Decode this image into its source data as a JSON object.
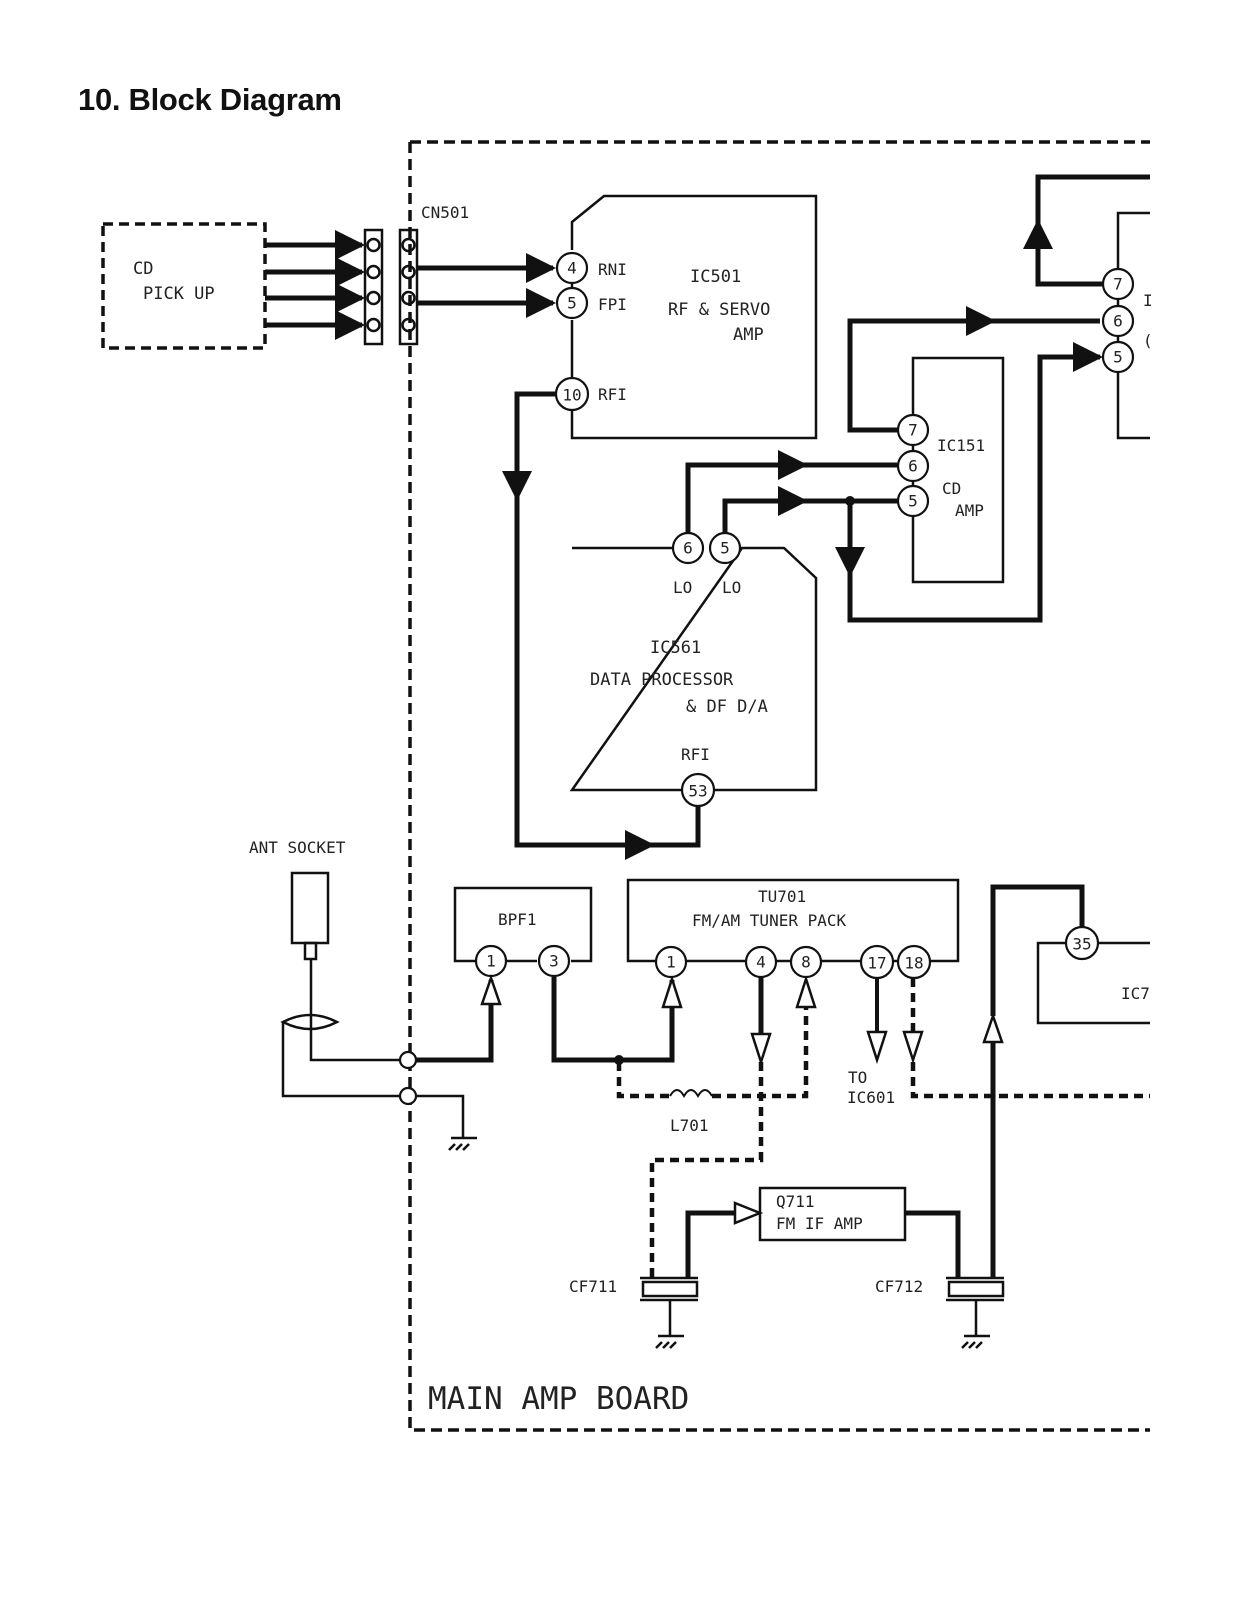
{
  "page": {
    "title": "10. Block Diagram"
  },
  "board": {
    "label": "MAIN AMP BOARD"
  },
  "pickup": {
    "line1": "CD",
    "line2": "PICK UP"
  },
  "connector": {
    "label": "CN501"
  },
  "ic501": {
    "name": "IC501",
    "func1": "RF & SERVO",
    "func2": "AMP",
    "pins": [
      {
        "num": "4",
        "label": "RNI"
      },
      {
        "num": "5",
        "label": "FPI"
      },
      {
        "num": "10",
        "label": "RFI"
      }
    ]
  },
  "ic151": {
    "name": "IC151",
    "func1": "CD",
    "func2": "AMP",
    "pins": [
      {
        "num": "7"
      },
      {
        "num": "6"
      },
      {
        "num": "5"
      }
    ]
  },
  "ic561": {
    "name": "IC561",
    "func1": "DATA PROCESSOR",
    "func2": "& DF D/A",
    "pin_top_6": "6",
    "pin_top_5": "5",
    "lo_6": "LO",
    "lo_5": "LO",
    "rfi_label": "RFI",
    "rfi_pin": "53"
  },
  "right_ic": {
    "pins": [
      "7",
      "6",
      "5"
    ],
    "partial_a": "I",
    "partial_b": "("
  },
  "antenna": {
    "label": "ANT SOCKET"
  },
  "bpf1": {
    "name": "BPF1",
    "pin_in": "1",
    "pin_out": "3"
  },
  "tu701": {
    "name": "TU701",
    "func": "FM/AM TUNER PACK",
    "pins": [
      "1",
      "4",
      "8",
      "17",
      "18"
    ]
  },
  "ic7xx": {
    "pin": "35",
    "partial_name": "IC7"
  },
  "l701": {
    "label": "L701"
  },
  "to_ic601": {
    "line1": "TO",
    "line2": "IC601"
  },
  "q711": {
    "name": "Q711",
    "func": "FM IF AMP"
  },
  "cf711": {
    "label": "CF711"
  },
  "cf712": {
    "label": "CF712"
  }
}
